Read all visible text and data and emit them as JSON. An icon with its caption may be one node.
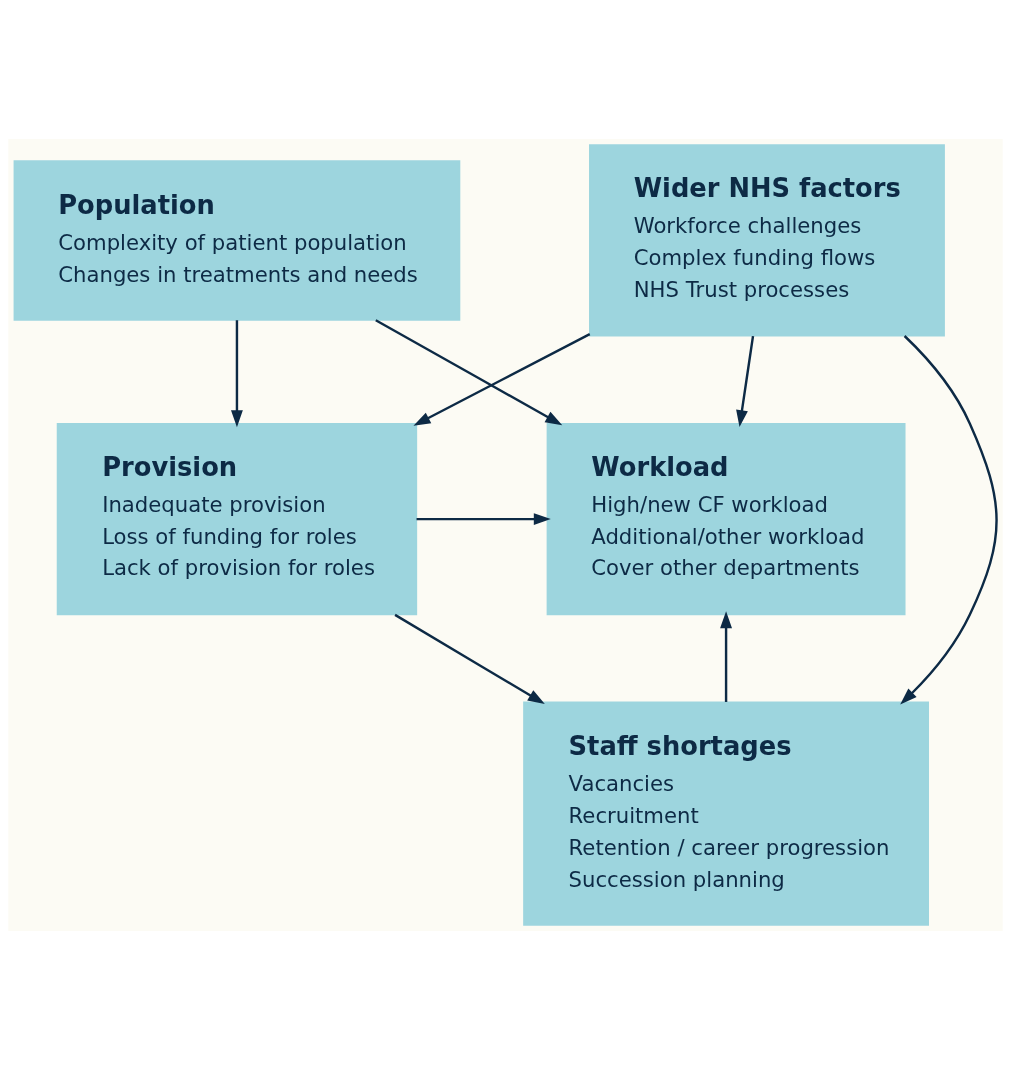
{
  "diagram": {
    "nodes": [
      {
        "text": [
          "Population",
          "Complexity of patient population",
          "Changes in treatments and needs"
        ]
      },
      {
        "text": [
          "Provision",
          "Inadequate provision",
          "Loss of funding for roles",
          "Lack of provision for roles"
        ]
      },
      {
        "text": [
          "Workload",
          "High/new CF workload",
          "Additional/other workload",
          "Cover other departments"
        ]
      },
      {
        "text": [
          "Wider NHS factors",
          "Workforce challenges",
          "Complex funding flows",
          "NHS Trust processes"
        ]
      },
      {
        "text": [
          "Staff shortages",
          "Vacancies",
          "Recruitment",
          "Retention / career progression",
          "Succession planning"
        ]
      }
    ],
    "edges": [
      {
        "from": 0,
        "to": 2,
        "arrow": "to"
      },
      {
        "from": 0,
        "to": 1,
        "arrow": "to"
      },
      {
        "from": 1,
        "to": 2,
        "arrow": "to"
      },
      {
        "from": 3,
        "to": 1,
        "arrow": "to"
      },
      {
        "from": 3,
        "to": 2,
        "arrow": "to"
      },
      {
        "from": 3,
        "to": 4,
        "arrow": "to"
      },
      {
        "from": 4,
        "to": 2,
        "arrow": "to"
      },
      {
        "from": 1,
        "to": 4,
        "arrow": "to"
      }
    ]
  }
}
